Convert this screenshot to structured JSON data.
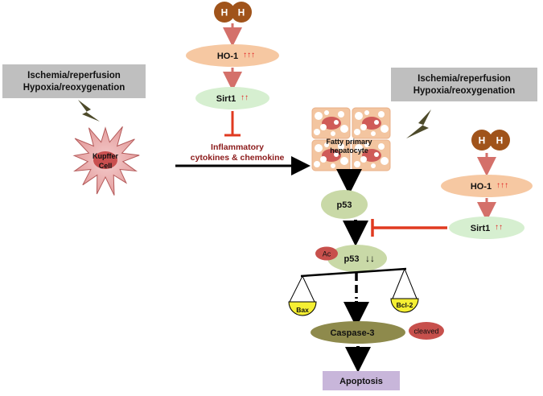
{
  "heme": {
    "left": "H",
    "right": "H"
  },
  "ho1": {
    "label": "HO-1",
    "arrows": "↑↑↑"
  },
  "sirt1": {
    "label": "Sirt1",
    "arrows": "↑↑"
  },
  "stress": {
    "line1": "Ischemia/reperfusion",
    "line2": "Hypoxia/reoxygenation"
  },
  "kupffer": {
    "line1": "Kupffer",
    "line2": "Cell"
  },
  "inflammatory": {
    "line1": "Inflammatory",
    "line2": "cytokines & chemokine"
  },
  "hepatocyte": {
    "line1": "Fatty primary",
    "line2": "hepatocyte"
  },
  "p53": {
    "label": "p53"
  },
  "acetyl": {
    "label": "Ac"
  },
  "p53_ac": {
    "label": "p53",
    "arrows": "↓↓"
  },
  "bax": {
    "label": "Bax"
  },
  "bcl2": {
    "label": "Bcl-2"
  },
  "caspase": {
    "label": "Caspase-3",
    "tag": "cleaved"
  },
  "apoptosis": {
    "label": "Apoptosis"
  },
  "colors": {
    "heme": "#a0531a",
    "ho1": "#f6c8a2",
    "sirt1": "#d6efd0",
    "p53": "#c9d9a7",
    "acetyl": "#c7504c",
    "scale_pan": "#f5ef33",
    "caspase": "#8e8a4c",
    "apoptosis": "#c8b6da",
    "stress_box": "#bfbfbf",
    "inhibit": "#e03a20",
    "pink_arrow": "#d4706a",
    "kupffer": "#e9a9a9"
  }
}
